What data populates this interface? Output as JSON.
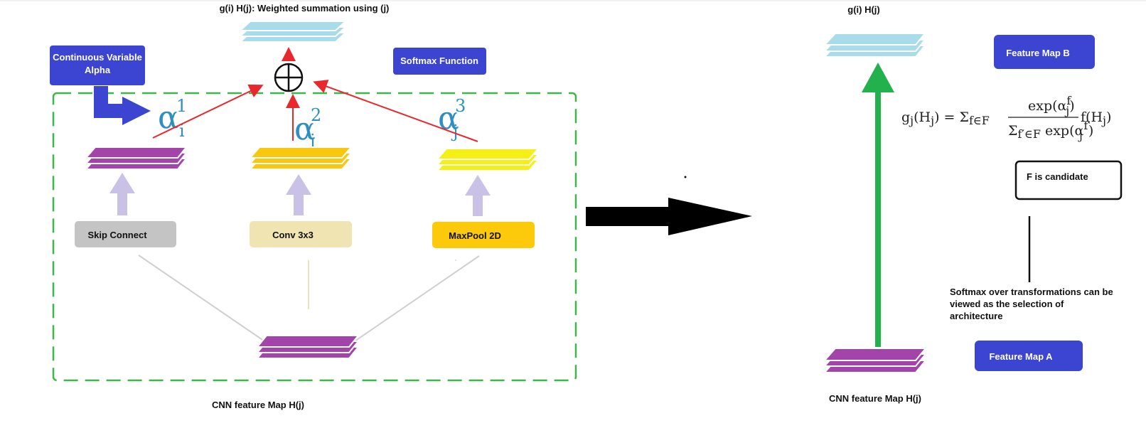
{
  "top_title": "g(i) H(j): Weighted summation using (j)",
  "right_top_title": "g(i) H(j)",
  "continuous_box": {
    "line1": "Continuous Variable",
    "line2": "Alpha"
  },
  "softmax_box": "Softmax Function",
  "operations": [
    "Skip Connect",
    "Conv 3x3",
    "MaxPool 2D"
  ],
  "alphas": [
    {
      "symbol": "α",
      "sup": "1",
      "sub": "i"
    },
    {
      "symbol": "α",
      "sup": "2",
      "sub": "j"
    },
    {
      "symbol": "α",
      "sup": "3",
      "sub": "j"
    }
  ],
  "bottom_left_label": "CNN feature Map H(j)",
  "bottom_right_label": "CNN feature Map H(j)",
  "feature_map_b": "Feature Map B",
  "feature_map_a": "Feature Map A",
  "candidate_box": "F is candidate",
  "softmax_note": {
    "line1": "Softmax over transformations can be",
    "line2": "viewed as the selection of",
    "line3": "architecture"
  },
  "formula": {
    "lhs": "g",
    "lhs_sub": "j",
    "lhs_arg": "(H",
    "lhs_arg_sub": "j",
    "lhs_close": ") = Σ",
    "sum_sub": "f∈F",
    "numerator": "exp(α",
    "numerator_sub": "j",
    "numerator_sup": "f",
    "numerator_close": ")",
    "denominator": "Σ",
    "denominator_sub": "f′∈F",
    "denominator_exp": " exp(α",
    "denominator_exp_sub": "j",
    "denominator_exp_sup": "f′",
    "denominator_close": ")",
    "rhs": "f(H",
    "rhs_sub": "j",
    "rhs_close": ")"
  },
  "colors": {
    "blue_box": "#3c44d2",
    "light_blue_stack": "#a8dcea",
    "purple_stack": "#a244aa",
    "yellow_stack": "#f9c80e",
    "bright_yellow_stack": "#f4f014",
    "lavender_arrow": "#c9c2e6",
    "green_dash": "#3fb64a",
    "green_arrow": "#22b14c",
    "red": "#e8282d",
    "skip_gray": "#c4c4c4",
    "conv_beige": "#efe4b2",
    "maxpool_yellow": "#fdc90b"
  }
}
